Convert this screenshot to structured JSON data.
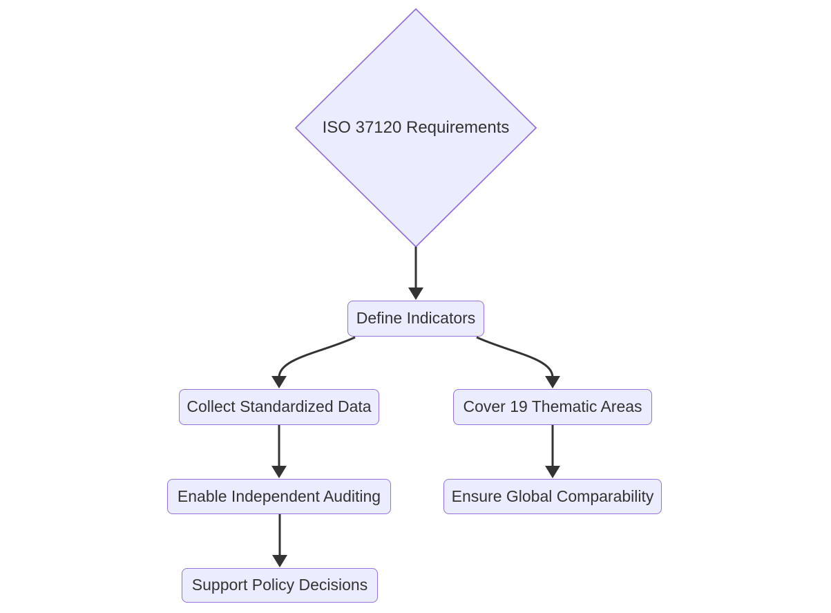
{
  "diagram": {
    "type": "flowchart",
    "direction": "top-down",
    "colors": {
      "node_fill": "#ECECFF",
      "node_border": "#9370DB",
      "edge_stroke": "#333333",
      "text": "#333333",
      "background": "#FFFFFF"
    },
    "nodes": [
      {
        "id": "root",
        "label": "ISO 37120 Requirements",
        "shape": "diamond"
      },
      {
        "id": "define",
        "label": "Define Indicators",
        "shape": "rounded-rect"
      },
      {
        "id": "collect",
        "label": "Collect Standardized Data",
        "shape": "rounded-rect"
      },
      {
        "id": "cover",
        "label": "Cover 19 Thematic Areas",
        "shape": "rounded-rect"
      },
      {
        "id": "audit",
        "label": "Enable Independent Auditing",
        "shape": "rounded-rect"
      },
      {
        "id": "comparability",
        "label": "Ensure Global Comparability",
        "shape": "rounded-rect"
      },
      {
        "id": "policy",
        "label": "Support Policy Decisions",
        "shape": "rounded-rect"
      }
    ],
    "edges": [
      {
        "from": "ISO 37120 Requirements",
        "to": "Define Indicators"
      },
      {
        "from": "Define Indicators",
        "to": "Collect Standardized Data"
      },
      {
        "from": "Define Indicators",
        "to": "Cover 19 Thematic Areas"
      },
      {
        "from": "Collect Standardized Data",
        "to": "Enable Independent Auditing"
      },
      {
        "from": "Cover 19 Thematic Areas",
        "to": "Ensure Global Comparability"
      },
      {
        "from": "Enable Independent Auditing",
        "to": "Support Policy Decisions"
      }
    ]
  }
}
